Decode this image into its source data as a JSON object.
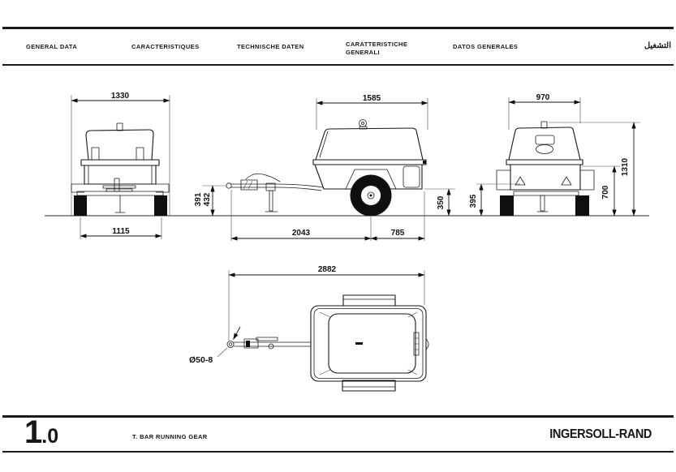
{
  "page": {
    "paper_color": "#ffffff",
    "ink_color": "#161616"
  },
  "header": {
    "labels": {
      "en": "GENERAL DATA",
      "fr": "CARACTERISTIQUES",
      "de": "TECHNISCHE DATEN",
      "it_line1": "CARATTERISTICHE",
      "it_line2": "GENERALI",
      "es": "DATOS GENERALES",
      "ar": "التشغيل"
    }
  },
  "drawing": {
    "views": {
      "front": {
        "dims": {
          "overall_width": "1330",
          "track_width": "1115"
        }
      },
      "side": {
        "dims": {
          "body_length": "1585",
          "eye_height_min": "391",
          "eye_height_max": "432",
          "eye_to_axle": "2043",
          "axle_to_rear": "785",
          "rear_clearance": "350"
        }
      },
      "rear": {
        "dims": {
          "canopy_width": "970",
          "fender_height": "395",
          "deck_height": "700",
          "overall_height": "1310"
        }
      },
      "top": {
        "dims": {
          "overall_length": "2882",
          "towing_eye_dia": "Ø50-8"
        }
      }
    }
  },
  "footer": {
    "section_major": "1",
    "section_minor": ".0",
    "title": "T. BAR RUNNING GEAR",
    "brand": "INGERSOLL-RAND"
  }
}
